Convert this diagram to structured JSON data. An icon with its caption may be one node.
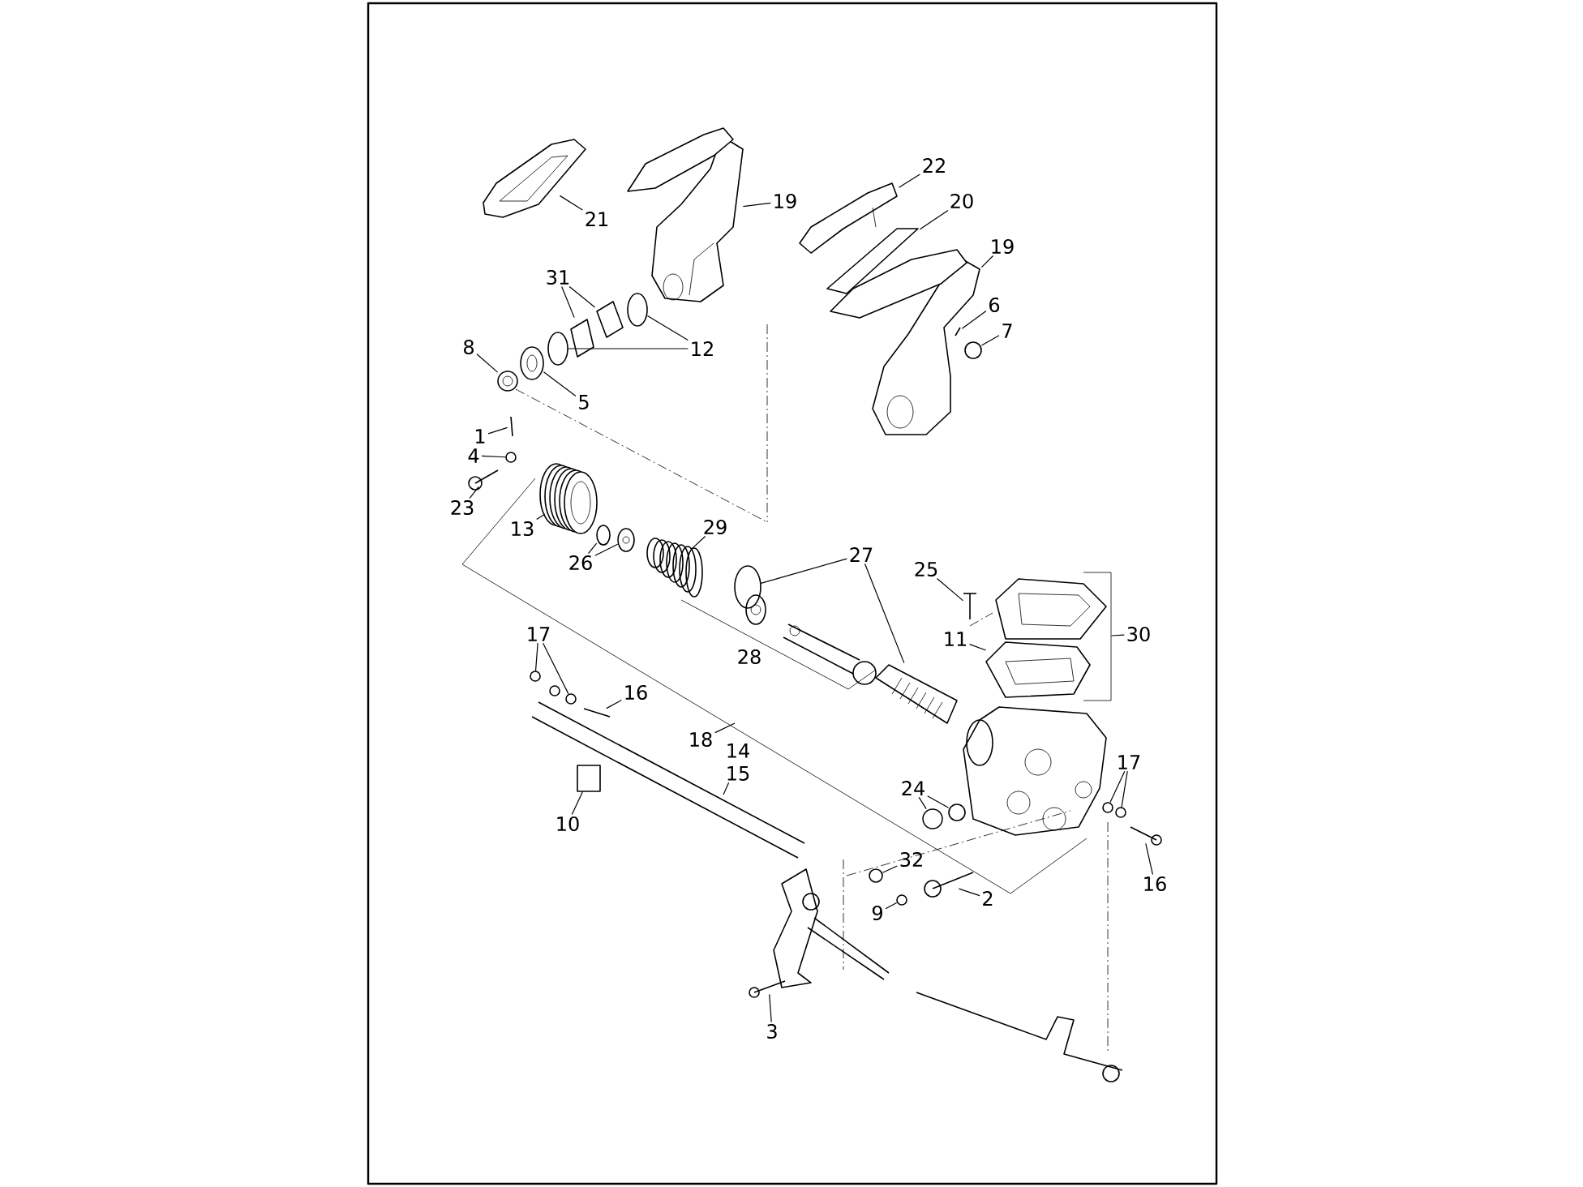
{
  "diagram": {
    "nodes": [
      {
        "text": [
          "21"
        ]
      },
      {
        "text": [
          "19"
        ]
      },
      {
        "text": [
          "22"
        ]
      },
      {
        "text": [
          "20"
        ]
      },
      {
        "text": [
          "19"
        ]
      },
      {
        "text": [
          "31"
        ]
      },
      {
        "text": [
          "6"
        ]
      },
      {
        "text": [
          "12"
        ]
      },
      {
        "text": [
          "7"
        ]
      },
      {
        "text": [
          "8"
        ]
      },
      {
        "text": [
          "5"
        ]
      },
      {
        "text": [
          "1"
        ]
      },
      {
        "text": [
          "4"
        ]
      },
      {
        "text": [
          "23"
        ]
      },
      {
        "text": [
          "13"
        ]
      },
      {
        "text": [
          "29"
        ]
      },
      {
        "text": [
          "26"
        ]
      },
      {
        "text": [
          "27"
        ]
      },
      {
        "text": [
          "25"
        ]
      },
      {
        "text": [
          "30"
        ]
      },
      {
        "text": [
          "11"
        ]
      },
      {
        "text": [
          "17"
        ]
      },
      {
        "text": [
          "16"
        ]
      },
      {
        "text": [
          "18"
        ]
      },
      {
        "text": [
          "14",
          "15"
        ]
      },
      {
        "text": [
          "24"
        ]
      },
      {
        "text": [
          "17"
        ]
      },
      {
        "text": [
          "10"
        ]
      },
      {
        "text": [
          "32"
        ]
      },
      {
        "text": [
          "16"
        ]
      },
      {
        "text": [
          "9"
        ]
      },
      {
        "text": [
          "2"
        ]
      },
      {
        "text": [
          "3"
        ]
      },
      {
        "text": [],
        "shape": "picture"
      },
      {
        "text": [],
        "shape": "picture"
      },
      {
        "text": [],
        "shape": "picture"
      },
      {
        "text": [],
        "shape": "picture"
      },
      {
        "text": [],
        "shape": "picture"
      },
      {
        "text": [],
        "shape": "picture"
      },
      {
        "text": [],
        "shape": "picture"
      },
      {
        "text": [],
        "shape": "picture"
      },
      {
        "text": [],
        "shape": "circle"
      },
      {
        "text": [],
        "shape": "circle"
      },
      {
        "text": [],
        "shape": "circle"
      },
      {
        "text": [],
        "shape": "picture"
      },
      {
        "text": [],
        "shape": "picture"
      },
      {
        "text": [],
        "shape": "picture"
      },
      {
        "text": [],
        "shape": "circle"
      },
      {
        "text": [],
        "shape": "picture"
      },
      {
        "text": [],
        "shape": "picture"
      },
      {
        "text": [],
        "shape": "circle"
      },
      {
        "text": [],
        "shape": "picture"
      },
      {
        "text": [],
        "shape": "picture"
      },
      {
        "text": [],
        "shape": "circle"
      },
      {
        "text": [],
        "shape": "picture"
      },
      {
        "text": [],
        "shape": "picture"
      },
      {
        "text": [],
        "shape": "bracket"
      },
      {
        "text": [],
        "shape": "picture"
      },
      {
        "text": [],
        "shape": "circle"
      },
      {
        "text": [],
        "shape": "circle"
      },
      {
        "text": [],
        "shape": "picture"
      },
      {
        "text": [],
        "shape": "circle"
      },
      {
        "text": [],
        "shape": "circle"
      },
      {
        "text": [],
        "shape": "circle"
      },
      {
        "text": [],
        "shape": "circle"
      },
      {
        "text": [],
        "shape": "box"
      },
      {
        "text": [],
        "shape": "circle"
      },
      {
        "text": [],
        "shape": "picture"
      },
      {
        "text": [],
        "shape": "circle"
      },
      {
        "text": [],
        "shape": "picture"
      },
      {
        "text": [],
        "shape": "picture"
      }
    ],
    "edges": [
      {
        "from": 0,
        "to": 33,
        "arrow": "none"
      },
      {
        "from": 1,
        "to": 34,
        "arrow": "none"
      },
      {
        "from": 2,
        "to": 35,
        "arrow": "none"
      },
      {
        "from": 3,
        "to": 36,
        "arrow": "none"
      },
      {
        "from": 4,
        "to": 37,
        "arrow": "none"
      },
      {
        "from": 5,
        "to": 38,
        "arrow": "none"
      },
      {
        "from": 5,
        "to": 39,
        "arrow": "none"
      },
      {
        "from": 6,
        "to": 40,
        "arrow": "none"
      },
      {
        "from": 7,
        "to": 41,
        "arrow": "none"
      },
      {
        "from": 7,
        "to": 42,
        "arrow": "none"
      },
      {
        "from": 8,
        "to": 43,
        "arrow": "none"
      },
      {
        "from": 9,
        "to": 44,
        "arrow": "none"
      },
      {
        "from": 10,
        "to": 45,
        "arrow": "none"
      },
      {
        "from": 11,
        "to": 46,
        "arrow": "none"
      },
      {
        "from": 12,
        "to": 47,
        "arrow": "none"
      },
      {
        "from": 13,
        "to": 48,
        "arrow": "none"
      },
      {
        "from": 14,
        "to": 49,
        "arrow": "none"
      },
      {
        "from": 15,
        "to": 52,
        "arrow": "none"
      },
      {
        "from": 16,
        "to": 50,
        "arrow": "none"
      },
      {
        "from": 16,
        "to": 51,
        "arrow": "none"
      },
      {
        "from": 17,
        "to": 53,
        "arrow": "none"
      },
      {
        "from": 17,
        "to": 54,
        "arrow": "none"
      },
      {
        "from": 18,
        "to": 55,
        "arrow": "none"
      },
      {
        "from": 19,
        "to": 56,
        "arrow": "none"
      },
      {
        "from": 20,
        "to": 57,
        "arrow": "none"
      },
      {
        "from": 21,
        "to": 58,
        "arrow": "none"
      },
      {
        "from": 21,
        "to": 59,
        "arrow": "none"
      },
      {
        "from": 22,
        "to": 60,
        "arrow": "none"
      },
      {
        "from": 23,
        "to": null,
        "arrow": "none"
      },
      {
        "from": 24,
        "to": null,
        "arrow": "none"
      },
      {
        "from": 25,
        "to": 61,
        "arrow": "none"
      },
      {
        "from": 25,
        "to": 62,
        "arrow": "none"
      },
      {
        "from": 26,
        "to": 63,
        "arrow": "none"
      },
      {
        "from": 26,
        "to": 64,
        "arrow": "none"
      },
      {
        "from": 27,
        "to": 65,
        "arrow": "none"
      },
      {
        "from": 28,
        "to": 66,
        "arrow": "none"
      },
      {
        "from": 29,
        "to": 67,
        "arrow": "none"
      },
      {
        "from": 30,
        "to": 68,
        "arrow": "none"
      },
      {
        "from": 31,
        "to": 69,
        "arrow": "none"
      },
      {
        "from": 32,
        "to": 70,
        "arrow": "none"
      }
    ],
    "labels": [
      "28"
    ]
  }
}
